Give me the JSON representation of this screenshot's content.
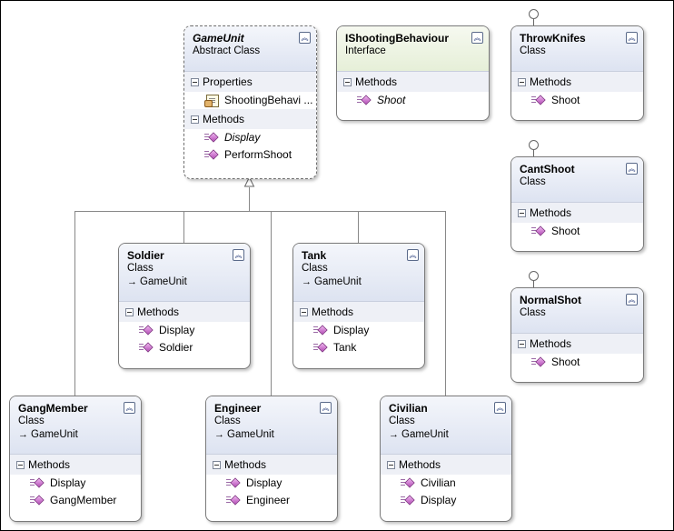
{
  "game_unit": {
    "title": "GameUnit",
    "kind": "Abstract Class",
    "properties_label": "Properties",
    "properties": [
      "ShootingBehavi ..."
    ],
    "methods_label": "Methods",
    "methods": [
      "Display",
      "PerformShoot"
    ]
  },
  "ishooting": {
    "title": "IShootingBehaviour",
    "kind": "Interface",
    "methods_label": "Methods",
    "methods": [
      "Shoot"
    ]
  },
  "throwknifes": {
    "title": "ThrowKnifes",
    "kind": "Class",
    "methods_label": "Methods",
    "methods": [
      "Shoot"
    ]
  },
  "cantshoot": {
    "title": "CantShoot",
    "kind": "Class",
    "methods_label": "Methods",
    "methods": [
      "Shoot"
    ]
  },
  "normalshot": {
    "title": "NormalShot",
    "kind": "Class",
    "methods_label": "Methods",
    "methods": [
      "Shoot"
    ]
  },
  "soldier": {
    "title": "Soldier",
    "kind": "Class",
    "base": "GameUnit",
    "methods_label": "Methods",
    "methods": [
      "Display",
      "Soldier"
    ]
  },
  "tank": {
    "title": "Tank",
    "kind": "Class",
    "base": "GameUnit",
    "methods_label": "Methods",
    "methods": [
      "Display",
      "Tank"
    ]
  },
  "gangmember": {
    "title": "GangMember",
    "kind": "Class",
    "base": "GameUnit",
    "methods_label": "Methods",
    "methods": [
      "Display",
      "GangMember"
    ]
  },
  "engineer": {
    "title": "Engineer",
    "kind": "Class",
    "base": "GameUnit",
    "methods_label": "Methods",
    "methods": [
      "Display",
      "Engineer"
    ]
  },
  "civilian": {
    "title": "Civilian",
    "kind": "Class",
    "base": "GameUnit",
    "methods_label": "Methods",
    "methods": [
      "Civilian",
      "Display"
    ]
  }
}
